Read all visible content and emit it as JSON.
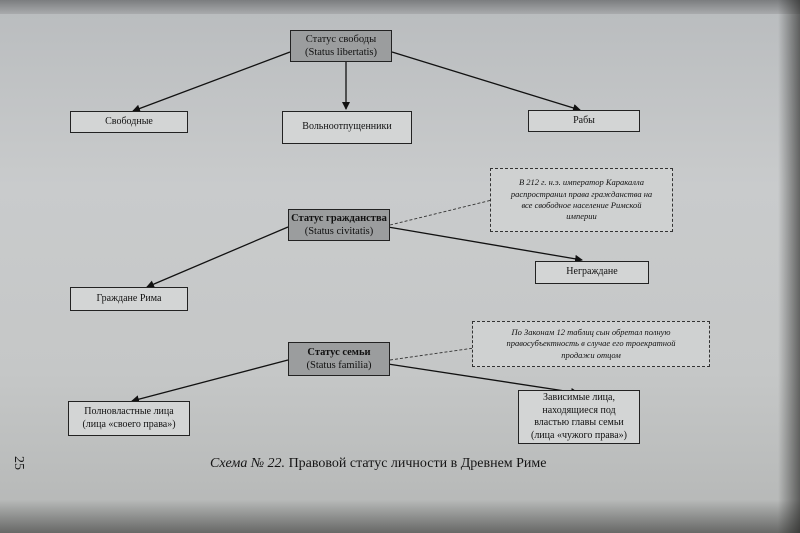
{
  "diagram": {
    "status_libertatis": {
      "line1": "Статус свободы",
      "line2": "(Status libertatis)"
    },
    "svobodnye": "Свободные",
    "volnootpushchenniki": "Вольноотпущенники",
    "raby": "Рабы",
    "status_civitatis": {
      "line1": "Статус гражданства",
      "line2": "(Status civitatis)"
    },
    "note_caracalla": {
      "line1": "В 212 г. н.э. император Каракалла",
      "line2": "распространил права гражданства на",
      "line3": "все свободное население Римской",
      "line4": "империи"
    },
    "negrazhdane": "Неграждане",
    "grazhdane_rima": "Граждане Рима",
    "status_familiae": {
      "line1": "Статус семьи",
      "line2": "(Status familia)"
    },
    "note_12_tables": {
      "line1": "По Законам 12 таблиц сын обретал полную",
      "line2": "правосубъектность в случае его троекратной",
      "line3": "продажи отцом"
    },
    "podvlastnye": {
      "line1": "Полновластные лица",
      "line2": "(лица «своего права»)"
    },
    "zavisimye": {
      "line1": "Зависимые лица,",
      "line2": "находящиеся под",
      "line3": "властью главы семьи",
      "line4": "(лица «чужого права»)"
    }
  },
  "caption": {
    "scheme": "Схема № 22.",
    "title": "Правовой статус личности в Древнем Риме"
  },
  "page_number": "25",
  "colors": {
    "paper": "#c7c9ca",
    "shaded_box": "#9b9d9e",
    "ink": "#111111"
  }
}
